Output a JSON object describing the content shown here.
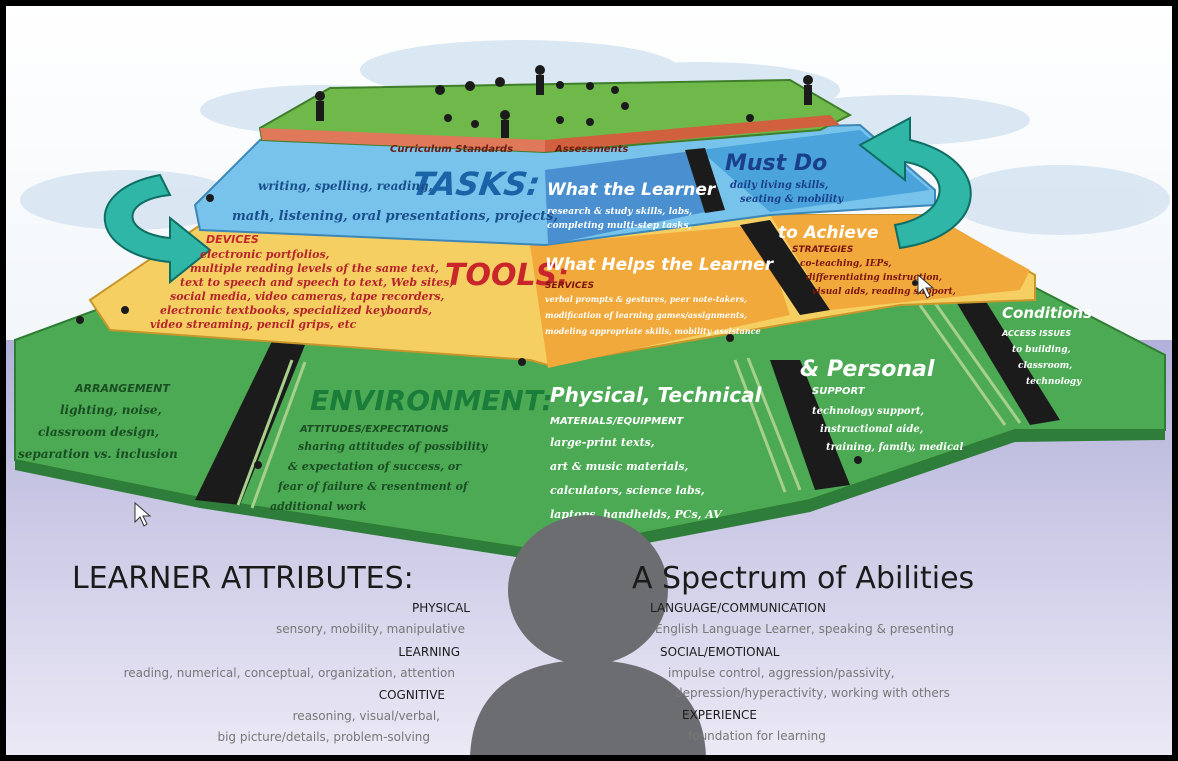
{
  "colors": {
    "sky": "#eef3f8",
    "ground": "#a9a7d3",
    "top_green": "#6fb84a",
    "tasks_blue": "#77c3ec",
    "tools_yellow": "#f6cf63",
    "env_green": "#4caa55",
    "arrow_teal": "#2fb6a6",
    "heading_blue": "#1a63a6",
    "heading_red": "#c8262b",
    "heading_green": "#1a7d3a",
    "silhouette": "#6c6d70"
  },
  "top": {
    "curriculum_label": "Curriculum Standards",
    "assessments_label": "Assessments"
  },
  "tasks": {
    "heading": "TASKS:",
    "lines": [
      "writing, spelling, reading,",
      "math, listening, oral presentations, projects,"
    ],
    "learner_heading": "What the Learner",
    "learner_lines": [
      "research & study skills, labs,",
      "completing multi-step tasks,"
    ],
    "must_heading": "Must Do",
    "must_lines": [
      "daily living skills,",
      "seating & mobility"
    ]
  },
  "tools": {
    "heading": "TOOLS:",
    "devices_label": "DEVICES",
    "lines": [
      "electronic portfolios,",
      "multiple reading levels of the same text,",
      "text to speech and speech to text, Web sites,",
      "social media, video cameras, tape recorders,",
      "electronic textbooks, specialized keyboards,",
      "video streaming, pencil grips, etc"
    ],
    "helps_heading": "What Helps the Learner",
    "services_label": "SERVICES",
    "services_lines": [
      "verbal prompts & gestures, peer note-takers,",
      "modification of learning games/assignments,",
      "modeling appropriate skills, mobility assistance"
    ],
    "achieve_heading": "to Achieve",
    "strategies_label": "STRATEGIES",
    "strategies_lines": [
      "co-teaching, IEPs,",
      "differentiating instruction,",
      "visual aids, reading support,"
    ]
  },
  "environment": {
    "heading": "ENVIRONMENT:",
    "arrangement_label": "ARRANGEMENT",
    "arrangement_lines": [
      "lighting, noise,",
      "classroom design,",
      "separation vs. inclusion"
    ],
    "attitudes_label": "ATTITUDES/EXPECTATIONS",
    "attitudes_lines": [
      "sharing attitudes of possibility",
      "& expectation of success, or",
      "fear of failure & resentment of",
      "additional work"
    ],
    "physical_heading": "Physical, Technical",
    "materials_label": "MATERIALS/EQUIPMENT",
    "materials_lines": [
      "large-print texts,",
      "art & music materials,",
      "calculators, science labs,",
      "laptops, handhelds, PCs, AV"
    ],
    "personal_heading": "& Personal",
    "support_label": "SUPPORT",
    "support_lines": [
      "technology support,",
      "instructional aide,",
      "training, family, medical"
    ],
    "conditions_heading": "Conditions",
    "access_label": "ACCESS ISSUES",
    "access_lines": [
      "to building,",
      "classroom,",
      "technology"
    ]
  },
  "attributes": {
    "title_left": "LEARNER ATTRIBUTES:",
    "title_right": "A Spectrum of Abilities",
    "left": [
      {
        "label": "PHYSICAL",
        "lines": [
          "sensory, mobility, manipulative"
        ]
      },
      {
        "label": "LEARNING",
        "lines": [
          "reading, numerical, conceptual, organization, attention"
        ]
      },
      {
        "label": "COGNITIVE",
        "lines": [
          "reasoning, visual/verbal,",
          "big picture/details, problem-solving"
        ]
      }
    ],
    "right": [
      {
        "label": "LANGUAGE/COMMUNICATION",
        "lines": [
          "English Language Learner, speaking & presenting"
        ]
      },
      {
        "label": "SOCIAL/EMOTIONAL",
        "lines": [
          "impulse control, aggression/passivity,",
          "depression/hyperactivity, working with others"
        ]
      },
      {
        "label": "EXPERIENCE",
        "lines": [
          "foundation for learning"
        ]
      }
    ]
  }
}
